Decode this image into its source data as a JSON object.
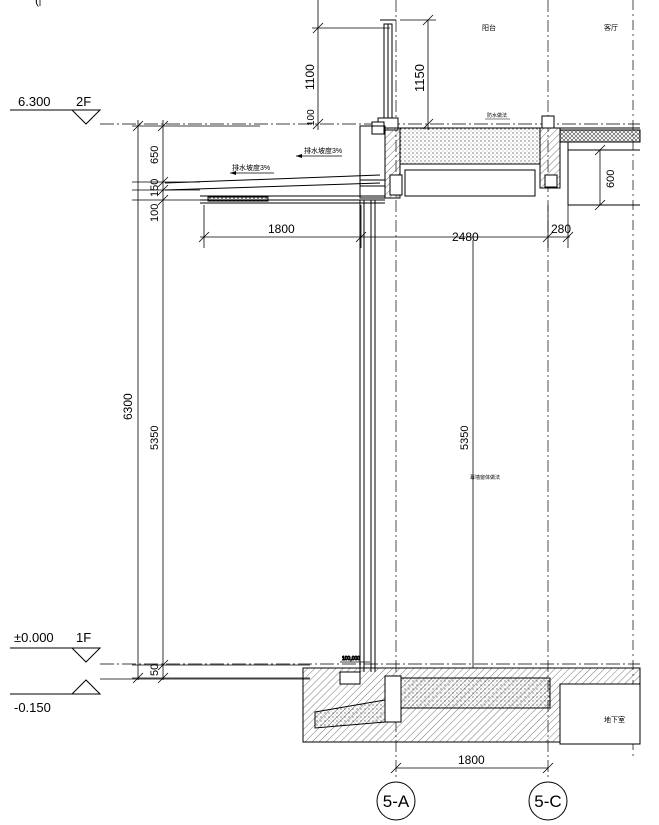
{
  "levels": {
    "floor2": {
      "elevation": "6.300",
      "name": "2F"
    },
    "floor1": {
      "elevation": "±0.000",
      "name": "1F"
    },
    "outdoor": {
      "elevation": "-0.150"
    }
  },
  "top_marker": "(",
  "rooms": {
    "balcony": "阳台",
    "living": "客厅",
    "basement": "地下室"
  },
  "notes": {
    "slope_left": "排水坡度3%",
    "slope_right": "排水坡度3%",
    "waterproof": "防水做法",
    "wall_note": "幕墙窗体做法",
    "sill_note": "100,000"
  },
  "dimensions": {
    "rail_1100": "1100",
    "rail_1150": "1150",
    "d_100_top": "100",
    "d_650": "650",
    "d_150": "150",
    "d_100": "100",
    "d_6300": "6300",
    "d_5350_left": "5350",
    "d_5350_mid": "5350",
    "d_50": "50",
    "d_1800_top": "1800",
    "d_2480": "2480",
    "d_280": "280",
    "d_600": "600",
    "d_1800_bottom": "1800"
  },
  "axes": {
    "a": "5-A",
    "c": "5-C"
  },
  "colors": {
    "line": "#000000",
    "hatch": "#555555",
    "dashdot": "#222222"
  }
}
